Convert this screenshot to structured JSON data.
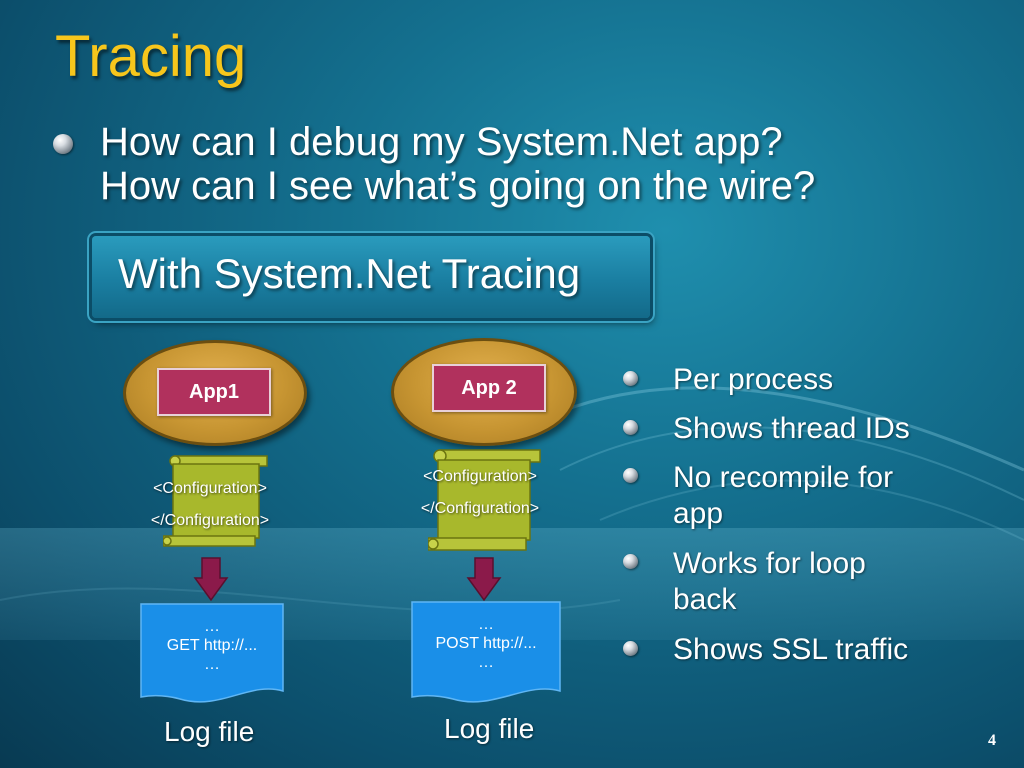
{
  "slide": {
    "title": "Tracing",
    "questions": [
      "How can I debug my System.Net app?",
      "How can I see what’s going on the wire?"
    ],
    "callout": "With System.Net Tracing",
    "apps": [
      {
        "name": "App1",
        "config_open": "<Configuration>",
        "config_close": "</Configuration>",
        "log_lines": [
          "…",
          "GET http://...",
          "…"
        ],
        "log_label": "Log file"
      },
      {
        "name": "App 2",
        "config_open": "<Configuration>",
        "config_close": "</Configuration>",
        "log_lines": [
          "…",
          "POST http://...",
          "…"
        ],
        "log_label": "Log file"
      }
    ],
    "features": [
      "Per process",
      "Shows thread IDs",
      "No recompile for app",
      "Works for loop back",
      "Shows SSL traffic"
    ],
    "page_number": "4"
  },
  "colors": {
    "title": "#f7c61c",
    "app_label": "#b1315d",
    "ellipse": "#c79532",
    "scroll": "#a8b82c",
    "arrow": "#8b1a4a",
    "document": "#1a8fe8"
  },
  "icons": [
    "bullet-sphere-icon",
    "scroll-icon",
    "down-arrow-icon",
    "document-icon"
  ]
}
